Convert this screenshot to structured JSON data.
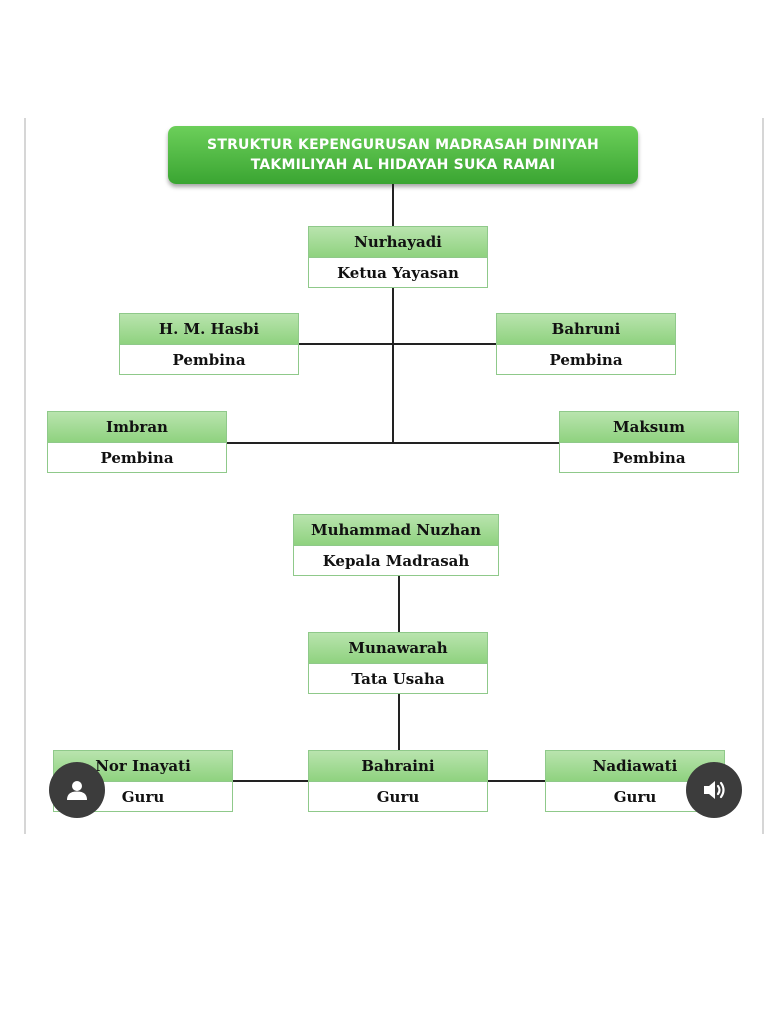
{
  "title": {
    "line1": "STRUKTUR KEPENGURUSAN MADRASAH DINIYAH",
    "line2": "TAKMILIYAH AL HIDAYAH SUKA RAMAI"
  },
  "nodes": {
    "ketua": {
      "name": "Nurhayadi",
      "role": "Ketua Yayasan"
    },
    "hasbi": {
      "name": "H. M. Hasbi",
      "role": "Pembina"
    },
    "bahruni": {
      "name": "Bahruni",
      "role": "Pembina"
    },
    "imbran": {
      "name": "Imbran",
      "role": "Pembina"
    },
    "maksum": {
      "name": "Maksum",
      "role": "Pembina"
    },
    "kepala": {
      "name": "Muhammad Nuzhan",
      "role": "Kepala Madrasah"
    },
    "tata_usaha": {
      "name": "Munawarah",
      "role": "Tata Usaha"
    },
    "guru1": {
      "name": "Nor Inayati",
      "role": "Guru"
    },
    "guru2": {
      "name": "Bahraini",
      "role": "Guru"
    },
    "guru3": {
      "name": "Nadiawati",
      "role": "Guru"
    }
  },
  "overlay": {
    "left_icon": "user-icon",
    "right_icon": "speaker-icon"
  }
}
